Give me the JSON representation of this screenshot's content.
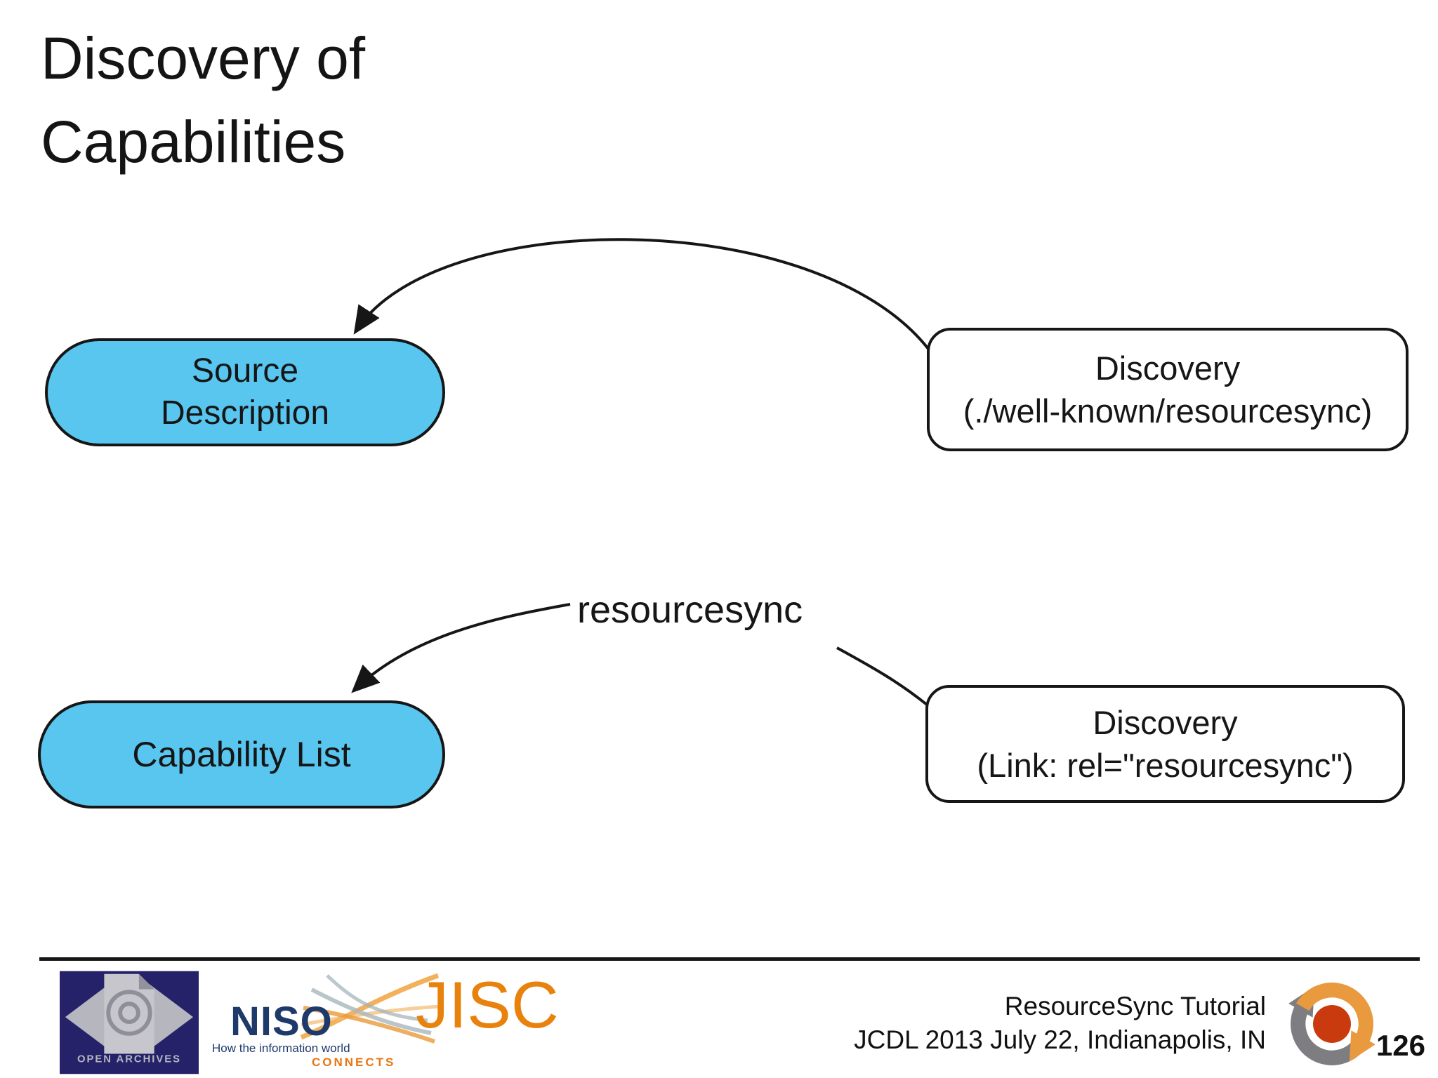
{
  "title": {
    "line1": "Discovery of",
    "line2": "Capabilities"
  },
  "diagram": {
    "source_description": {
      "line1": "Source",
      "line2": "Description"
    },
    "capability_list": {
      "label": "Capability List"
    },
    "discovery_wellknown": {
      "line1": "Discovery",
      "line2": "(./well-known/resourcesync)"
    },
    "discovery_link": {
      "line1": "Discovery",
      "line2": "(Link: rel=\"resourcesync\")"
    },
    "resourcesync_label": "resourcesync",
    "colors": {
      "node_fill": "#59c6f0",
      "node_border": "#161616",
      "arrow": "#161616"
    }
  },
  "footer": {
    "credits": {
      "line1": "ResourceSync Tutorial",
      "line2": "JCDL 2013 July 22, Indianapolis, IN"
    },
    "page_number": "126",
    "logos": {
      "open_archives": {
        "label": "OPEN ARCHIVES"
      },
      "niso": {
        "name": "NISO",
        "tagline": "How the information world",
        "connects": "CONNECTS"
      },
      "jisc": {
        "name": "JISC"
      },
      "resourcesync_logo": {
        "colors": {
          "orange": "#ea9a3e",
          "gray": "#7e7e82",
          "red": "#c93b0e"
        }
      }
    }
  }
}
